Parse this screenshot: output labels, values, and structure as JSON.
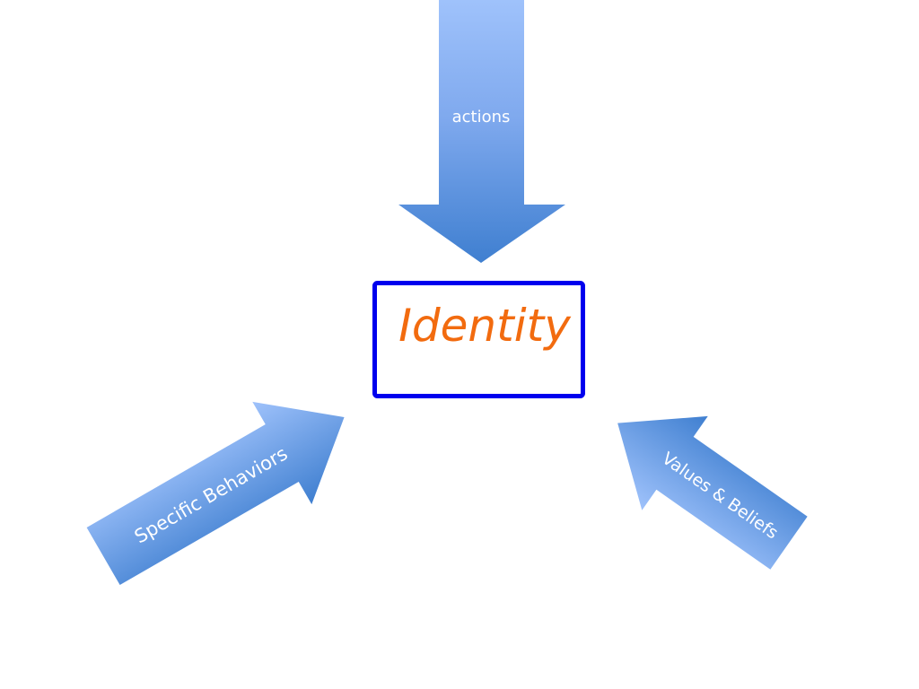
{
  "diagram": {
    "center": {
      "label": "Identity",
      "text_color": "#f26b0f",
      "border_color": "#0000ee"
    },
    "arrows": [
      {
        "id": "top",
        "label": "actions"
      },
      {
        "id": "left",
        "label": "Specific Behaviors"
      },
      {
        "id": "right",
        "label": "Values & Beliefs"
      }
    ],
    "colors": {
      "arrow_light": "#9fc2fb",
      "arrow_dark": "#3f7fd0"
    }
  }
}
